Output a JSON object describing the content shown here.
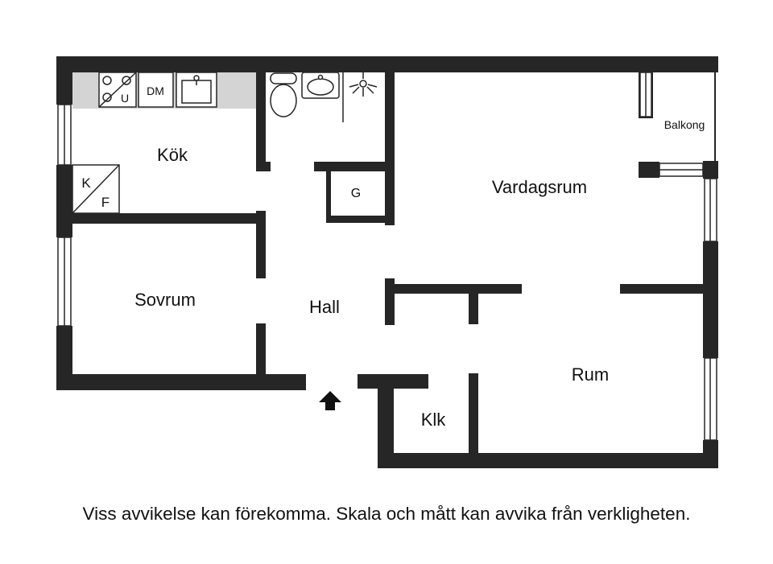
{
  "rooms": {
    "kok": "Kök",
    "vardagsrum": "Vardagsrum",
    "sovrum": "Sovrum",
    "hall": "Hall",
    "rum": "Rum",
    "klk": "Klk",
    "balkong": "Balkong"
  },
  "fixtures": {
    "stove": "U",
    "dishwasher": "DM",
    "fridge": "K",
    "freezer": "F",
    "wardrobe": "G"
  },
  "disclaimer": "Viss avvikelse kan förekomma. Skala och mått kan avvika från verkligheten."
}
